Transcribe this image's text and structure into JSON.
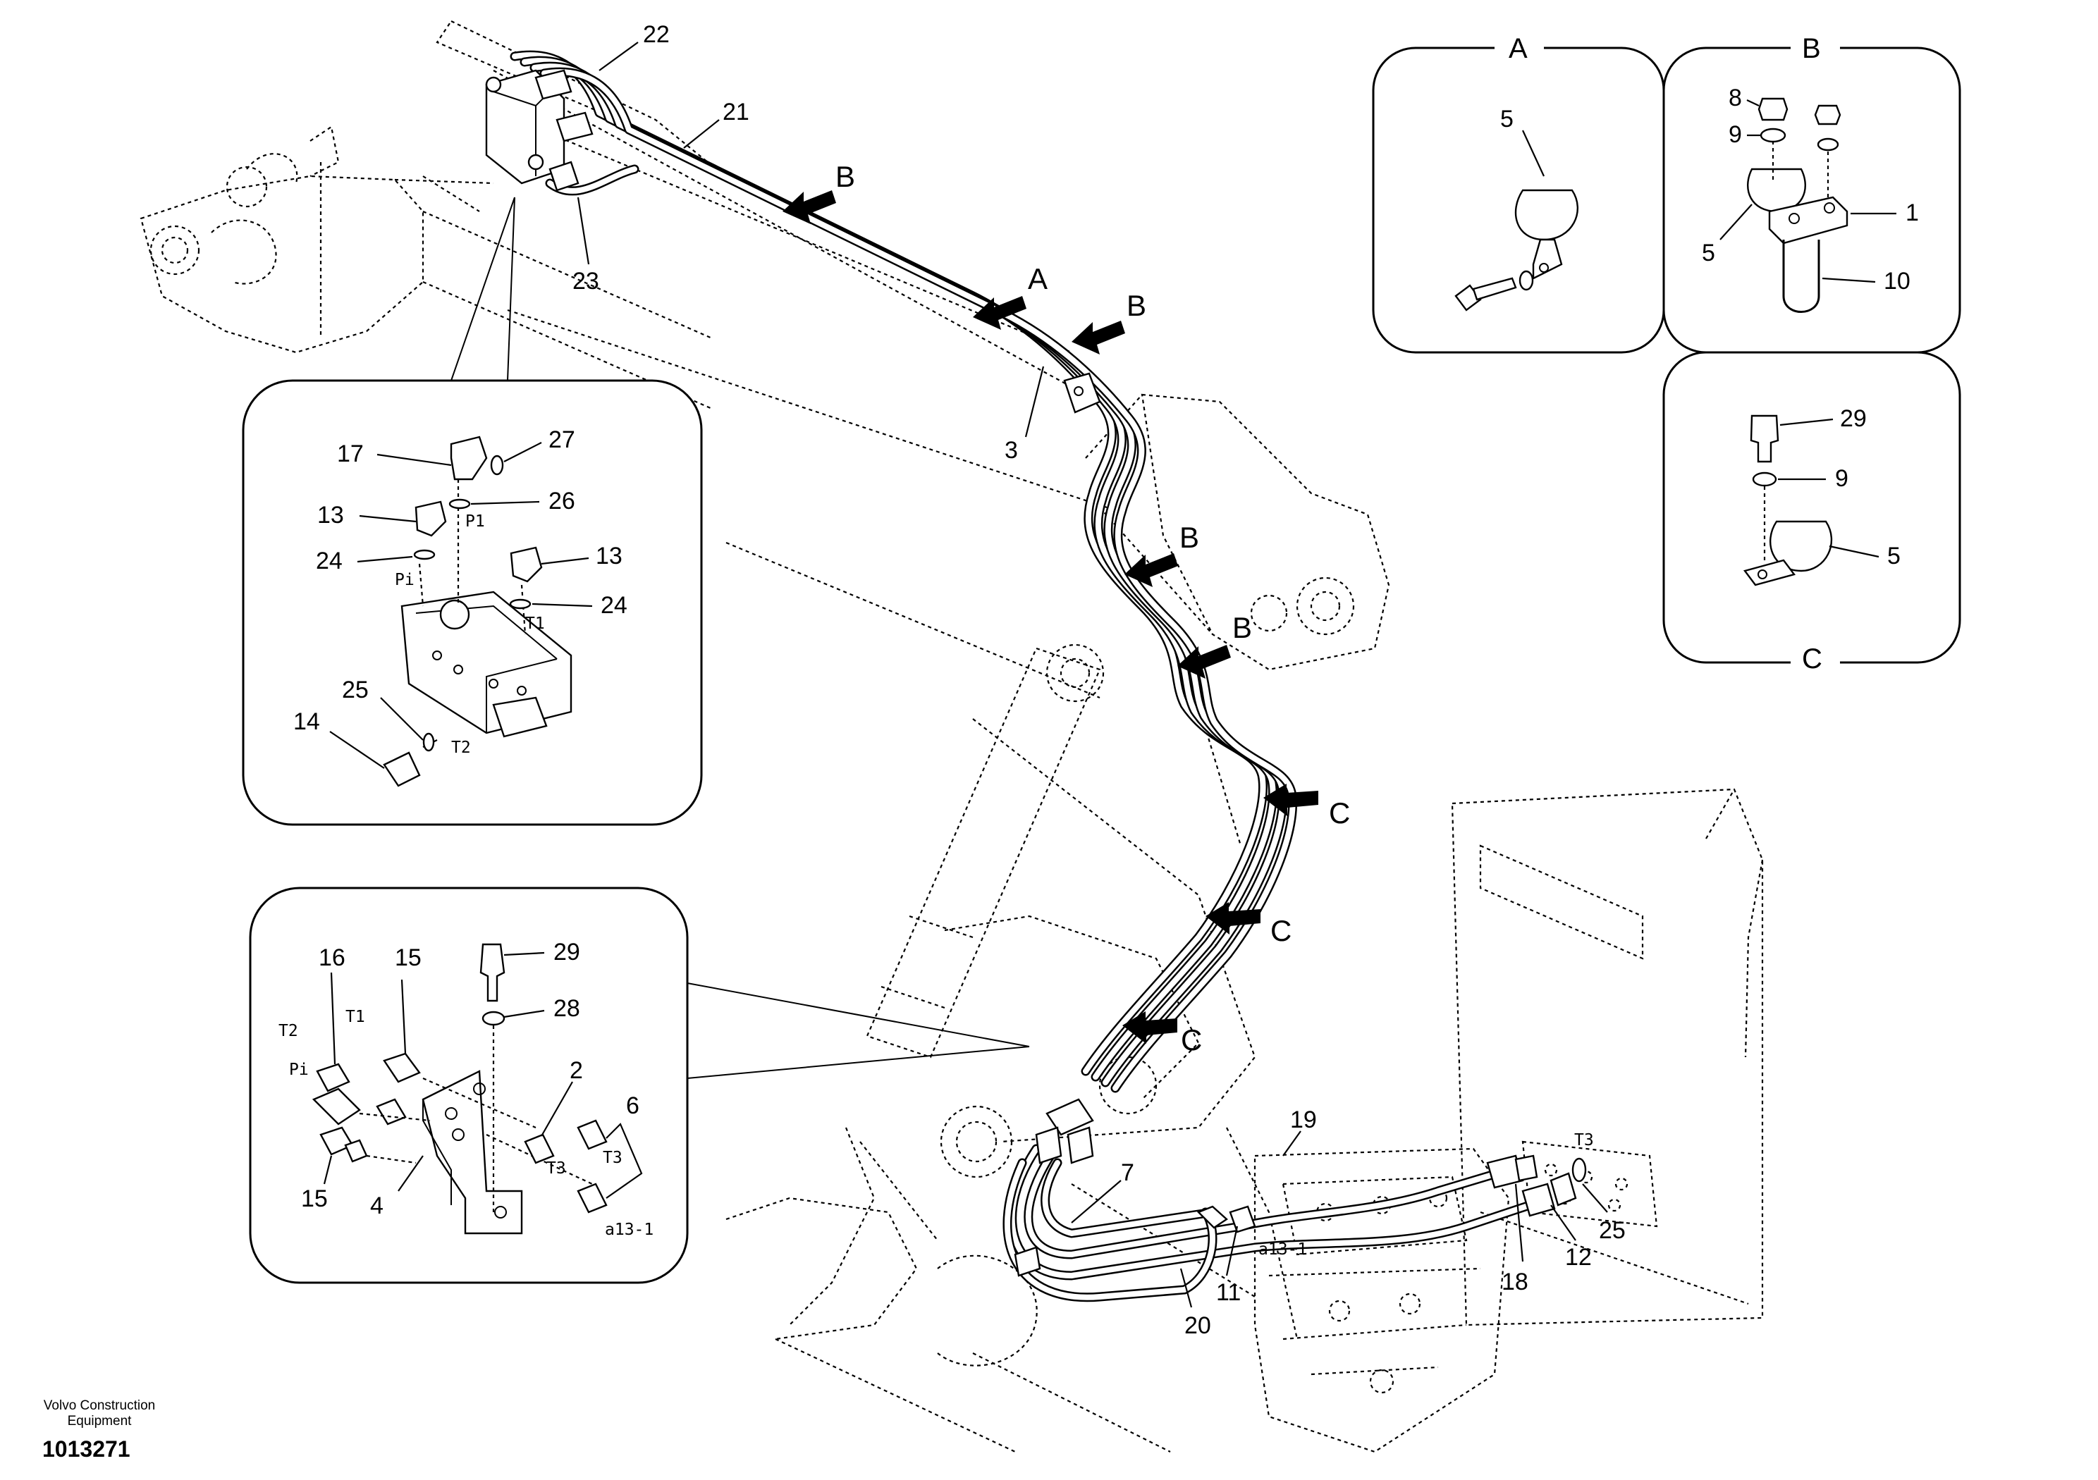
{
  "footer": {
    "brand_line1": "Volvo Construction",
    "brand_line2": "Equipment",
    "document_number": "1013271"
  },
  "view_labels": {
    "A": "A",
    "B": "B",
    "C": "C"
  },
  "callouts": {
    "c1": "1",
    "c2": "2",
    "c3": "3",
    "c4": "4",
    "c5": "5",
    "c6": "6",
    "c7": "7",
    "c8": "8",
    "c9": "9",
    "c10": "10",
    "c11": "11",
    "c12": "12",
    "c13": "13",
    "c14": "14",
    "c15": "15",
    "c16": "16",
    "c17": "17",
    "c18": "18",
    "c19": "19",
    "c20": "20",
    "c21": "21",
    "c22": "22",
    "c23": "23",
    "c24": "24",
    "c25": "25",
    "c26": "26",
    "c27": "27",
    "c28": "28",
    "c29": "29"
  },
  "ports": {
    "P1": "P1",
    "Pi": "Pi",
    "T1": "T1",
    "T2": "T2",
    "T3": "T3",
    "a13_1": "a13-1"
  }
}
